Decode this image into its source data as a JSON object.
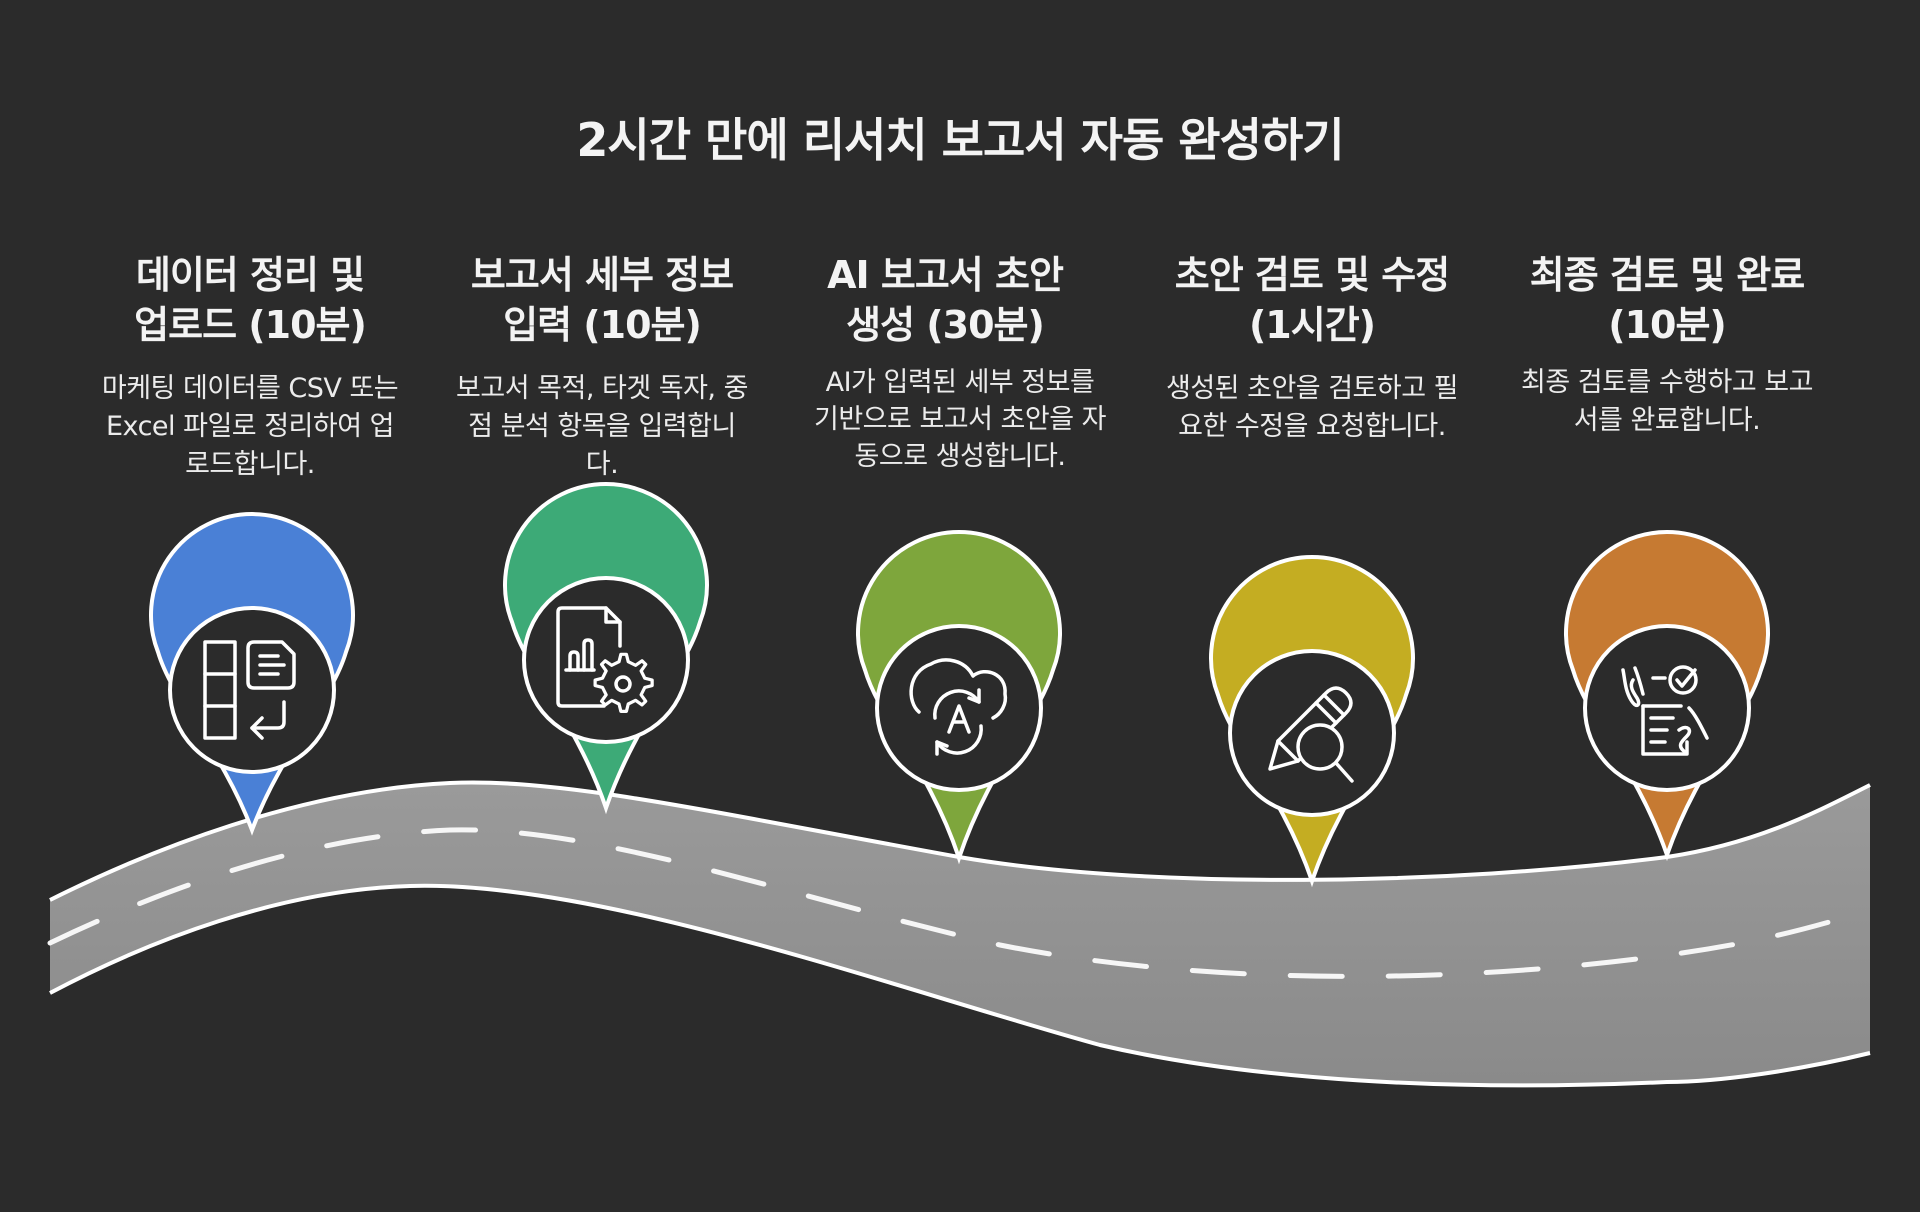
{
  "title": "2시간 만에 리서치 보고서 자동 완성하기",
  "colors": {
    "background": "#2b2b2b",
    "road": "#959595",
    "road_edge": "#ffffff",
    "text": "#f2f2f2"
  },
  "steps": [
    {
      "title_line1": "데이터 정리 및",
      "title_line2": "업로드 (10분)",
      "description": "마케팅 데이터를 CSV 또는 Excel 파일로 정리하여 업로드합니다.",
      "icon": "spreadsheet-document-upload-icon",
      "color": "#4a80d6"
    },
    {
      "title_line1": "보고서 세부 정보",
      "title_line2": "입력 (10분)",
      "description": "보고서 목적, 타겟 독자, 중점 분석 항목을 입력합니다.",
      "icon": "document-chart-gear-icon",
      "color": "#3daa77"
    },
    {
      "title_line1": "AI 보고서 초안",
      "title_line2": "생성 (30분)",
      "description": "AI가 입력된 세부 정보를 기반으로 보고서 초안을 자동으로 생성합니다.",
      "icon": "cloud-ai-sync-icon",
      "color": "#7ea63c"
    },
    {
      "title_line1": "초안 검토 및 수정",
      "title_line2": "(1시간)",
      "description": "생성된 초안을 검토하고 필요한 수정을 요청합니다.",
      "icon": "pencil-magnifier-icon",
      "color": "#c4ad22"
    },
    {
      "title_line1": "최종 검토 및 완료",
      "title_line2": "(10분)",
      "description": "최종 검토를 수행하고 보고서를 완료합니다.",
      "icon": "checklist-approval-icon",
      "color": "#c67a32"
    }
  ]
}
